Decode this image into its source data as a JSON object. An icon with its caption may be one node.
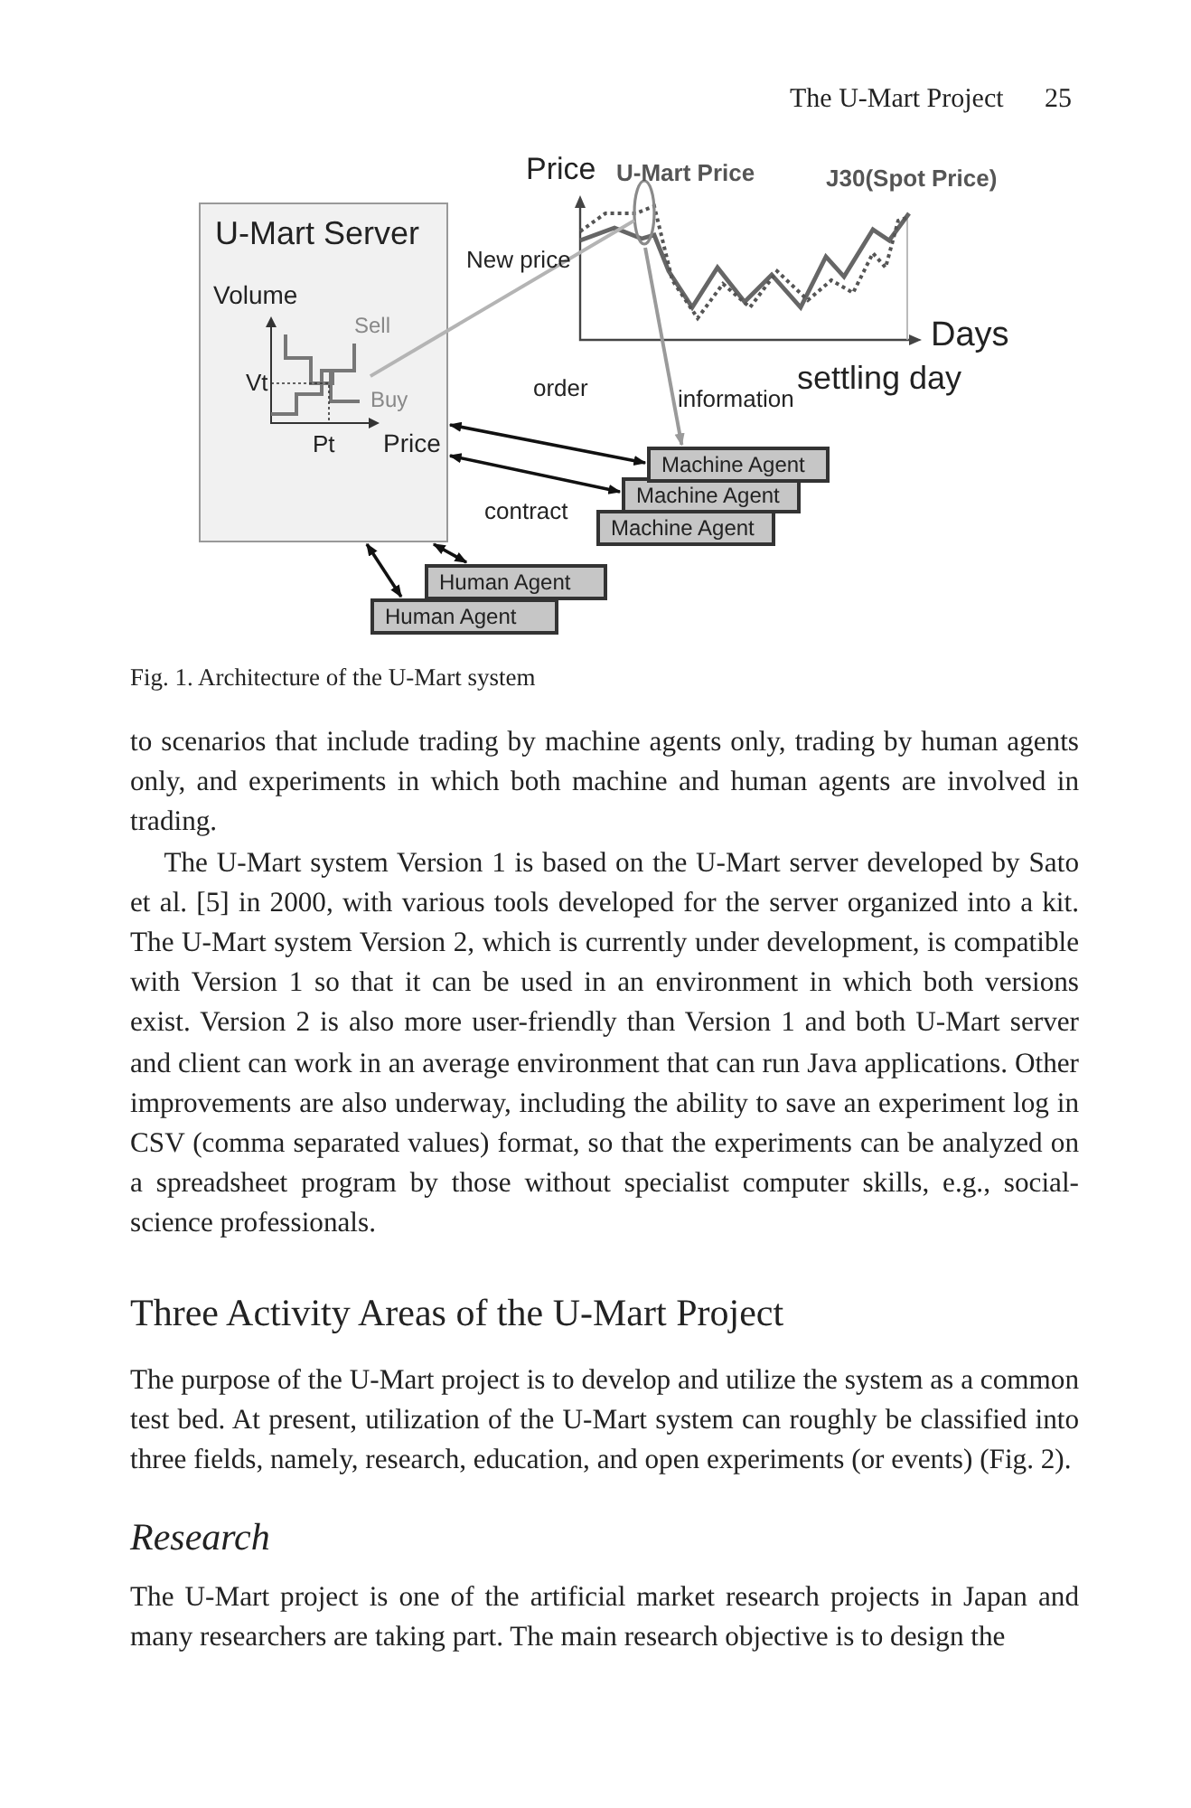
{
  "diagram": {
    "caption": "Fig. 1. Architecture of the U-Mart system",
    "nodes": [
      {
        "text": [
          "U-Mart Server"
        ]
      },
      {
        "text": [],
        "shape": "circle"
      },
      {
        "text": [
          "Machine Agent"
        ]
      },
      {
        "text": [
          "Machine Agent"
        ]
      },
      {
        "text": [
          "Machine Agent"
        ]
      },
      {
        "text": [
          "Human Agent"
        ]
      },
      {
        "text": [
          "Human Agent"
        ]
      }
    ],
    "edges": [
      {
        "from": 0,
        "to": 1,
        "arrow": "none",
        "label": "New price",
        "color": "#b4b4b4"
      },
      {
        "from": 1,
        "to": 2,
        "arrow": "to",
        "label": "information",
        "color": "#9a9a9a"
      },
      {
        "from": 0,
        "to": 2,
        "arrow": "both",
        "label": "order"
      },
      {
        "from": 0,
        "to": 3,
        "arrow": "both",
        "label": "contract"
      },
      {
        "from": 0,
        "to": 6,
        "arrow": "both"
      },
      {
        "from": 0,
        "to": 5,
        "arrow": "both"
      }
    ],
    "labels": [
      "The U-Mart Project",
      "25",
      "Price",
      "U-Mart Price",
      "J30(Spot Price)",
      "Volume",
      "Sell",
      "Vt",
      "Buy",
      "Pt",
      "Price",
      "Days",
      "settling day",
      "to scenarios that include trading by machine agents only, trading by human agents only, and experiments in which both machine and human agents are involved in trading.",
      "The U-Mart system Version 1 is based on the U-Mart server developed by Sato et al. [5] in 2000, with various tools developed for the server organized into a kit. The U-Mart system Version 2, which is currently under development, is compatible with Version 1 so that it can be used in an environment in which both versions exist. Version 2 is also more user-friendly than Version 1 and both U-Mart server and client can work in an average environment that can run Java applications. Other improvements are also underway, including the ability to save an experiment log in CSV (comma separated values) format, so that the experiments can be analyzed on a spreadsheet program by those without specialist computer skills, e.g., social-science professionals.",
      "Three Activity Areas of the U-Mart Project",
      "The purpose of the U-Mart project is to develop and utilize the system as a common test bed. At present, utilization of the U-Mart system can roughly be classified into three fields, namely, research, education, and open experiments (or events) (Fig. 2).",
      "Research",
      "The U-Mart project is one of the artificial market research projects in Japan and many researchers are taking part. The main research objective is to design the"
    ]
  }
}
